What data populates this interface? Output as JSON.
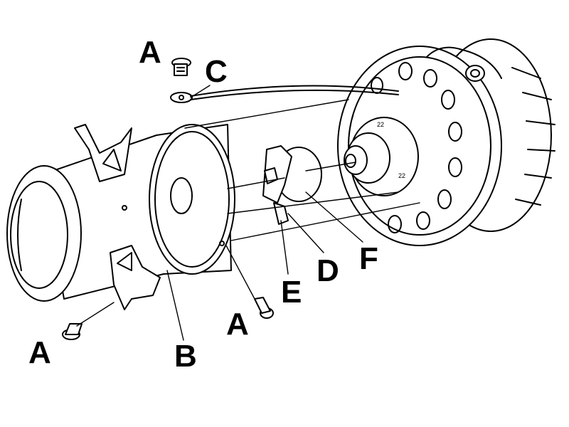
{
  "labels": {
    "a_top": "A",
    "a_bottom_left": "A",
    "a_bottom_mid": "A",
    "b": "B",
    "c": "C",
    "d": "D",
    "e": "E",
    "f": "F"
  },
  "colors": {
    "line": "#000000",
    "background": "#ffffff"
  }
}
